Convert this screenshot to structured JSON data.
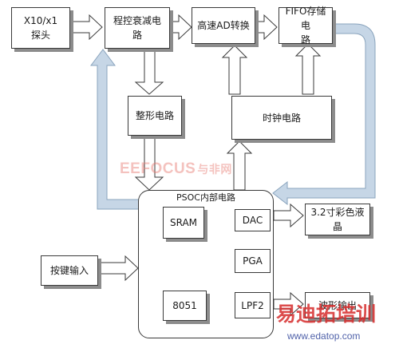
{
  "blocks": {
    "probe": "X10/x1\n探头",
    "attenuator": "程控衰减电\n路",
    "adc": "高速AD转换",
    "fifo": "FIFO存储电\n路",
    "shaper": "整形电路",
    "clock": "时钟电路",
    "keypad": "按键输入",
    "lcd": "3.2寸彩色液\n晶",
    "waveout": "波形输出"
  },
  "psoc": {
    "title": "PSOC内部电路",
    "sram": "SRAM",
    "dac": "DAC",
    "pga": "PGA",
    "lpf": "LPF2",
    "mcu": "8051"
  },
  "watermarks": {
    "center": "EEFOCUS",
    "center_cn": "与非网",
    "bottom_cn": "易迪拓培训",
    "bottom_url": "www.edatop.com"
  },
  "colors": {
    "fat_arrow_fill": "#ffffff",
    "feedback_arrow": "#c6d6e6",
    "line": "#3a3a3a",
    "shadow": "#8c8c8c"
  }
}
